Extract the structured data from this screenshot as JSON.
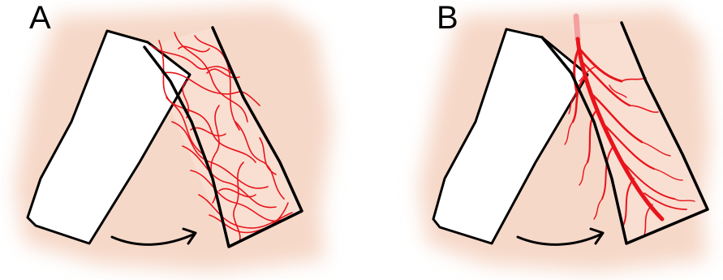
{
  "panels": [
    {
      "label": "A",
      "vessel_pattern": "random-mesh",
      "colors": {
        "vessels": "#e8141b",
        "skin": "#f6d8c8",
        "flap": "#ffffff",
        "outline": "#000000"
      }
    },
    {
      "label": "B",
      "vessel_pattern": "axial-branching",
      "colors": {
        "vessels": "#e8141b",
        "skin": "#f6d8c8",
        "flap": "#ffffff",
        "outline": "#000000"
      }
    }
  ],
  "icons": {
    "rotation": "curved-arrow-icon"
  }
}
